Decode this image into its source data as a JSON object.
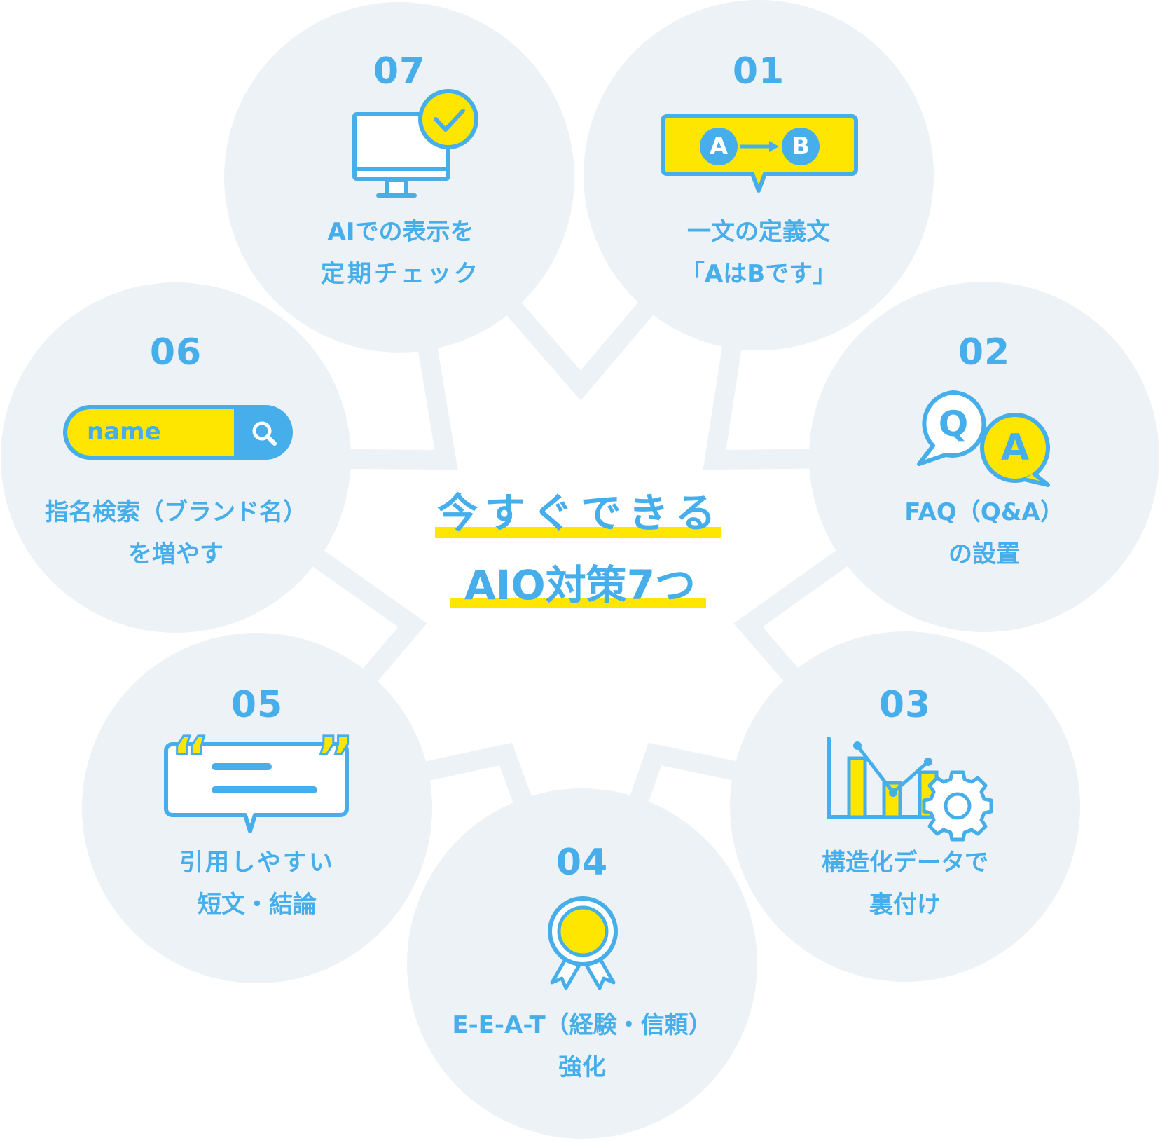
{
  "title": {
    "line1": "今すぐできる",
    "line2": "AIO対策7つ"
  },
  "colors": {
    "blue": "#46aeeb",
    "yellow": "#ffe600",
    "circle_bg": "#edf2f6",
    "background": "#ffffff"
  },
  "items": [
    {
      "number": "01",
      "icon": "definition-speech-bubble-icon",
      "line1": "一文の定義文",
      "line2": "「AはBです」",
      "icon_text": {
        "a": "A",
        "b": "B"
      }
    },
    {
      "number": "02",
      "icon": "qa-bubbles-icon",
      "line1": "FAQ（Q&A）",
      "line2": "の設置",
      "icon_text": {
        "q": "Q",
        "a": "A"
      }
    },
    {
      "number": "03",
      "icon": "chart-gear-icon",
      "line1": "構造化データで",
      "line2": "裏付け"
    },
    {
      "number": "04",
      "icon": "award-ribbon-icon",
      "line1": "E-E-A-T（経験・信頼）",
      "line2": "強化"
    },
    {
      "number": "05",
      "icon": "quote-bubble-icon",
      "line1": "引用しやすい",
      "line2": "短文・結論",
      "icon_text": {
        "open": "“",
        "close": "”"
      }
    },
    {
      "number": "06",
      "icon": "search-bar-icon",
      "line1": "指名検索（ブランド名）",
      "line2": "を増やす",
      "icon_text": {
        "query": "name"
      }
    },
    {
      "number": "07",
      "icon": "monitor-check-icon",
      "line1": "AIでの表示を",
      "line2": "定期チェック"
    }
  ]
}
